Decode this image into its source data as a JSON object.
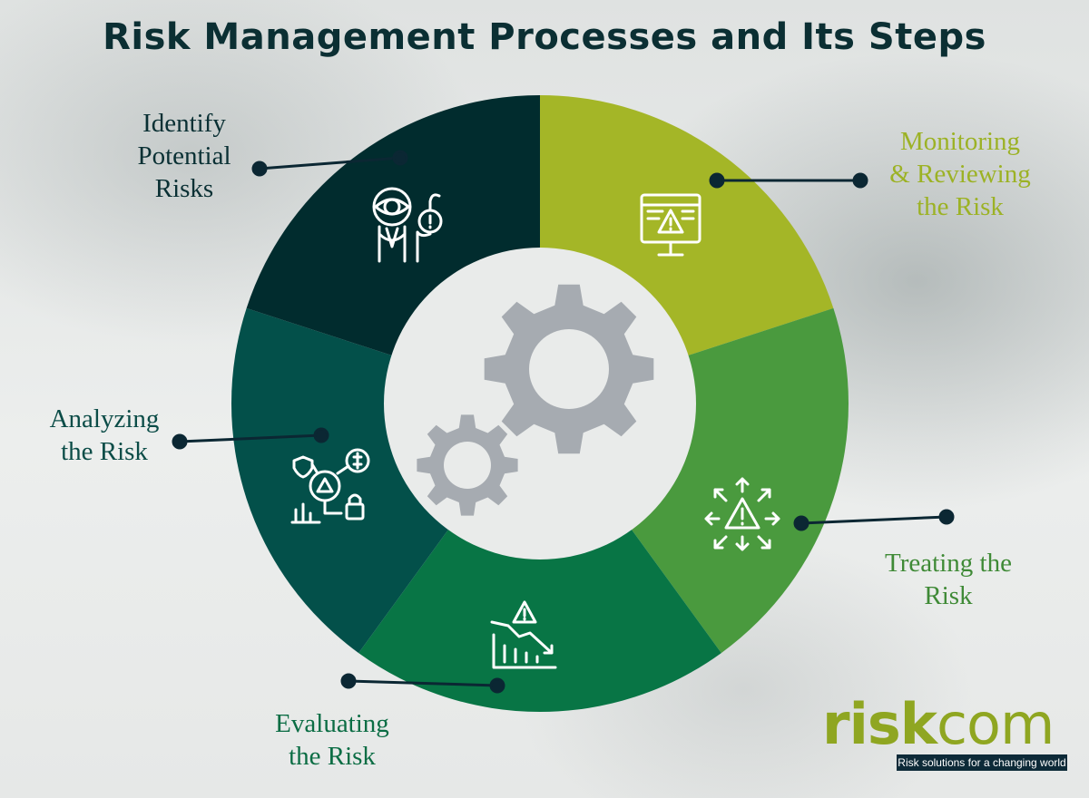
{
  "title": "Risk Management Processes and Its Steps",
  "steps": [
    {
      "id": "identify",
      "lines": [
        "Identify",
        "Potential",
        "Risks"
      ],
      "color": "#012c2e",
      "label_color": "#0a3034",
      "icon": "eye-person-icon"
    },
    {
      "id": "monitor",
      "lines": [
        "Monitoring",
        "& Reviewing",
        "the Risk"
      ],
      "color": "#a4b627",
      "label_color": "#9cb225",
      "icon": "monitor-warning-icon"
    },
    {
      "id": "treat",
      "lines": [
        "Treating the",
        "Risk"
      ],
      "color": "#4a9a3e",
      "label_color": "#3f8a36",
      "icon": "warning-arrows-icon"
    },
    {
      "id": "evaluate",
      "lines": [
        "Evaluating",
        "the Risk"
      ],
      "color": "#087545",
      "label_color": "#0b6d44",
      "icon": "falling-chart-icon"
    },
    {
      "id": "analyze",
      "lines": [
        "Analyzing",
        "the Risk"
      ],
      "color": "#03504a",
      "label_color": "#0b4c47",
      "icon": "analysis-icon"
    }
  ],
  "center_icon": "gears-icon",
  "logo": {
    "part1": "risk",
    "part2": "com",
    "tagline": "Risk solutions for a changing world"
  },
  "colors": {
    "title": "#0b2f33",
    "dot": "#0b2733",
    "gear": "#a6abb1"
  }
}
